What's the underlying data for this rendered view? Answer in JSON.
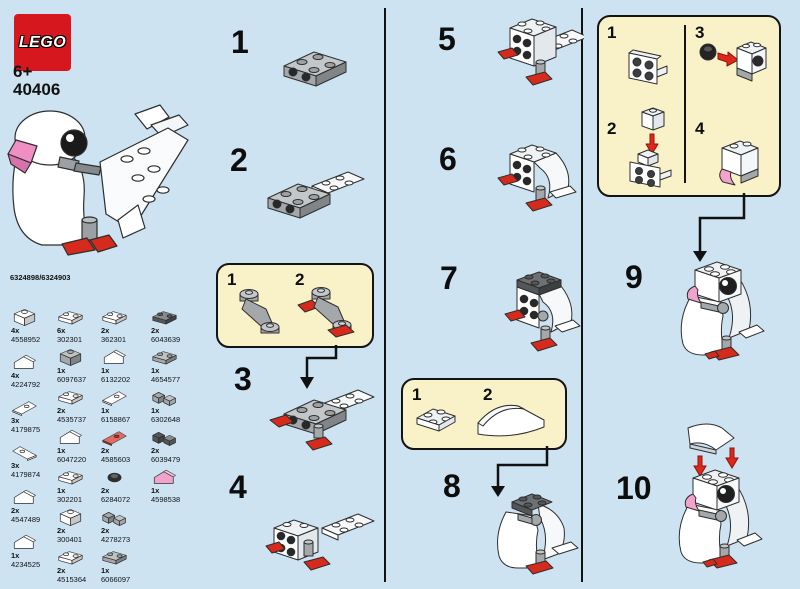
{
  "header": {
    "logo_text": "LEGO",
    "age_rating": "6+",
    "set_number": "40406",
    "element_ids": "6324898/6324903"
  },
  "step_numbers": [
    "1",
    "2",
    "3",
    "4",
    "5",
    "6",
    "7",
    "8",
    "9",
    "10"
  ],
  "subassembly_a": {
    "n1": "1",
    "n2": "2"
  },
  "subassembly_b": {
    "n1": "1",
    "n2": "2"
  },
  "head_box": {
    "n1": "1",
    "n2": "2",
    "n3": "3",
    "n4": "4"
  },
  "colors": {
    "background": "#cde3f2",
    "box_yellow": "#f9f2c9",
    "lego_red": "#d6181e",
    "accent_red": "#d62a1c",
    "beak_pink": "#f2a3cb"
  },
  "parts": {
    "col1": [
      {
        "qty": "4x",
        "id": "4558952",
        "icon": "#sym-brick",
        "color": "#ffffff"
      },
      {
        "qty": "4x",
        "id": "4224792",
        "icon": "#sym-slope",
        "color": "#ffffff"
      },
      {
        "qty": "3x",
        "id": "4179875",
        "icon": "#sym-wedge",
        "color": "#ffffff"
      },
      {
        "qty": "3x",
        "id": "4179874",
        "icon": "#sym-wedge",
        "color": "#ffffff"
      },
      {
        "qty": "2x",
        "id": "4547489",
        "icon": "#sym-slope",
        "color": "#ffffff"
      },
      {
        "qty": "1x",
        "id": "4234525",
        "icon": "#sym-slope",
        "color": "#ffffff"
      }
    ],
    "col2": [
      {
        "qty": "6x",
        "id": "302301",
        "icon": "#sym-plate",
        "color": "#ffffff"
      },
      {
        "qty": "1x",
        "id": "6097637",
        "icon": "#sym-brick",
        "color": "#a4a8ab"
      },
      {
        "qty": "2x",
        "id": "4535737",
        "icon": "#sym-plate",
        "color": "#ffffff"
      },
      {
        "qty": "1x",
        "id": "6047220",
        "icon": "#sym-slope",
        "color": "#ffffff"
      },
      {
        "qty": "1x",
        "id": "302201",
        "icon": "#sym-plate",
        "color": "#ffffff"
      },
      {
        "qty": "2x",
        "id": "300401",
        "icon": "#sym-brick",
        "color": "#ffffff"
      },
      {
        "qty": "2x",
        "id": "4515364",
        "icon": "#sym-plate",
        "color": "#ffffff"
      }
    ],
    "col3": [
      {
        "qty": "2x",
        "id": "362301",
        "icon": "#sym-plate",
        "color": "#ffffff"
      },
      {
        "qty": "1x",
        "id": "6132202",
        "icon": "#sym-slope",
        "color": "#ffffff"
      },
      {
        "qty": "1x",
        "id": "6158867",
        "icon": "#sym-wedge",
        "color": "#ffffff"
      },
      {
        "qty": "2x",
        "id": "4585603",
        "icon": "#sym-wedge",
        "color": "#d62a1c"
      },
      {
        "qty": "2x",
        "id": "6284072",
        "icon": "#sym-round",
        "color": "#2f2f2f"
      },
      {
        "qty": "2x",
        "id": "4278273",
        "icon": "#sym-hinge",
        "color": "#a4a8ab"
      },
      {
        "qty": "1x",
        "id": "6066097",
        "icon": "#sym-plate",
        "color": "#a4a8ab"
      }
    ],
    "col4": [
      {
        "qty": "2x",
        "id": "6043639",
        "icon": "#sym-plate",
        "color": "#54575a"
      },
      {
        "qty": "1x",
        "id": "4654577",
        "icon": "#sym-plate",
        "color": "#a4a8ab"
      },
      {
        "qty": "1x",
        "id": "6302648",
        "icon": "#sym-hinge",
        "color": "#a4a8ab"
      },
      {
        "qty": "2x",
        "id": "6039479",
        "icon": "#sym-hinge",
        "color": "#54575a"
      },
      {
        "qty": "1x",
        "id": "4598538",
        "icon": "#sym-slope",
        "color": "#f2a3cb"
      }
    ]
  }
}
